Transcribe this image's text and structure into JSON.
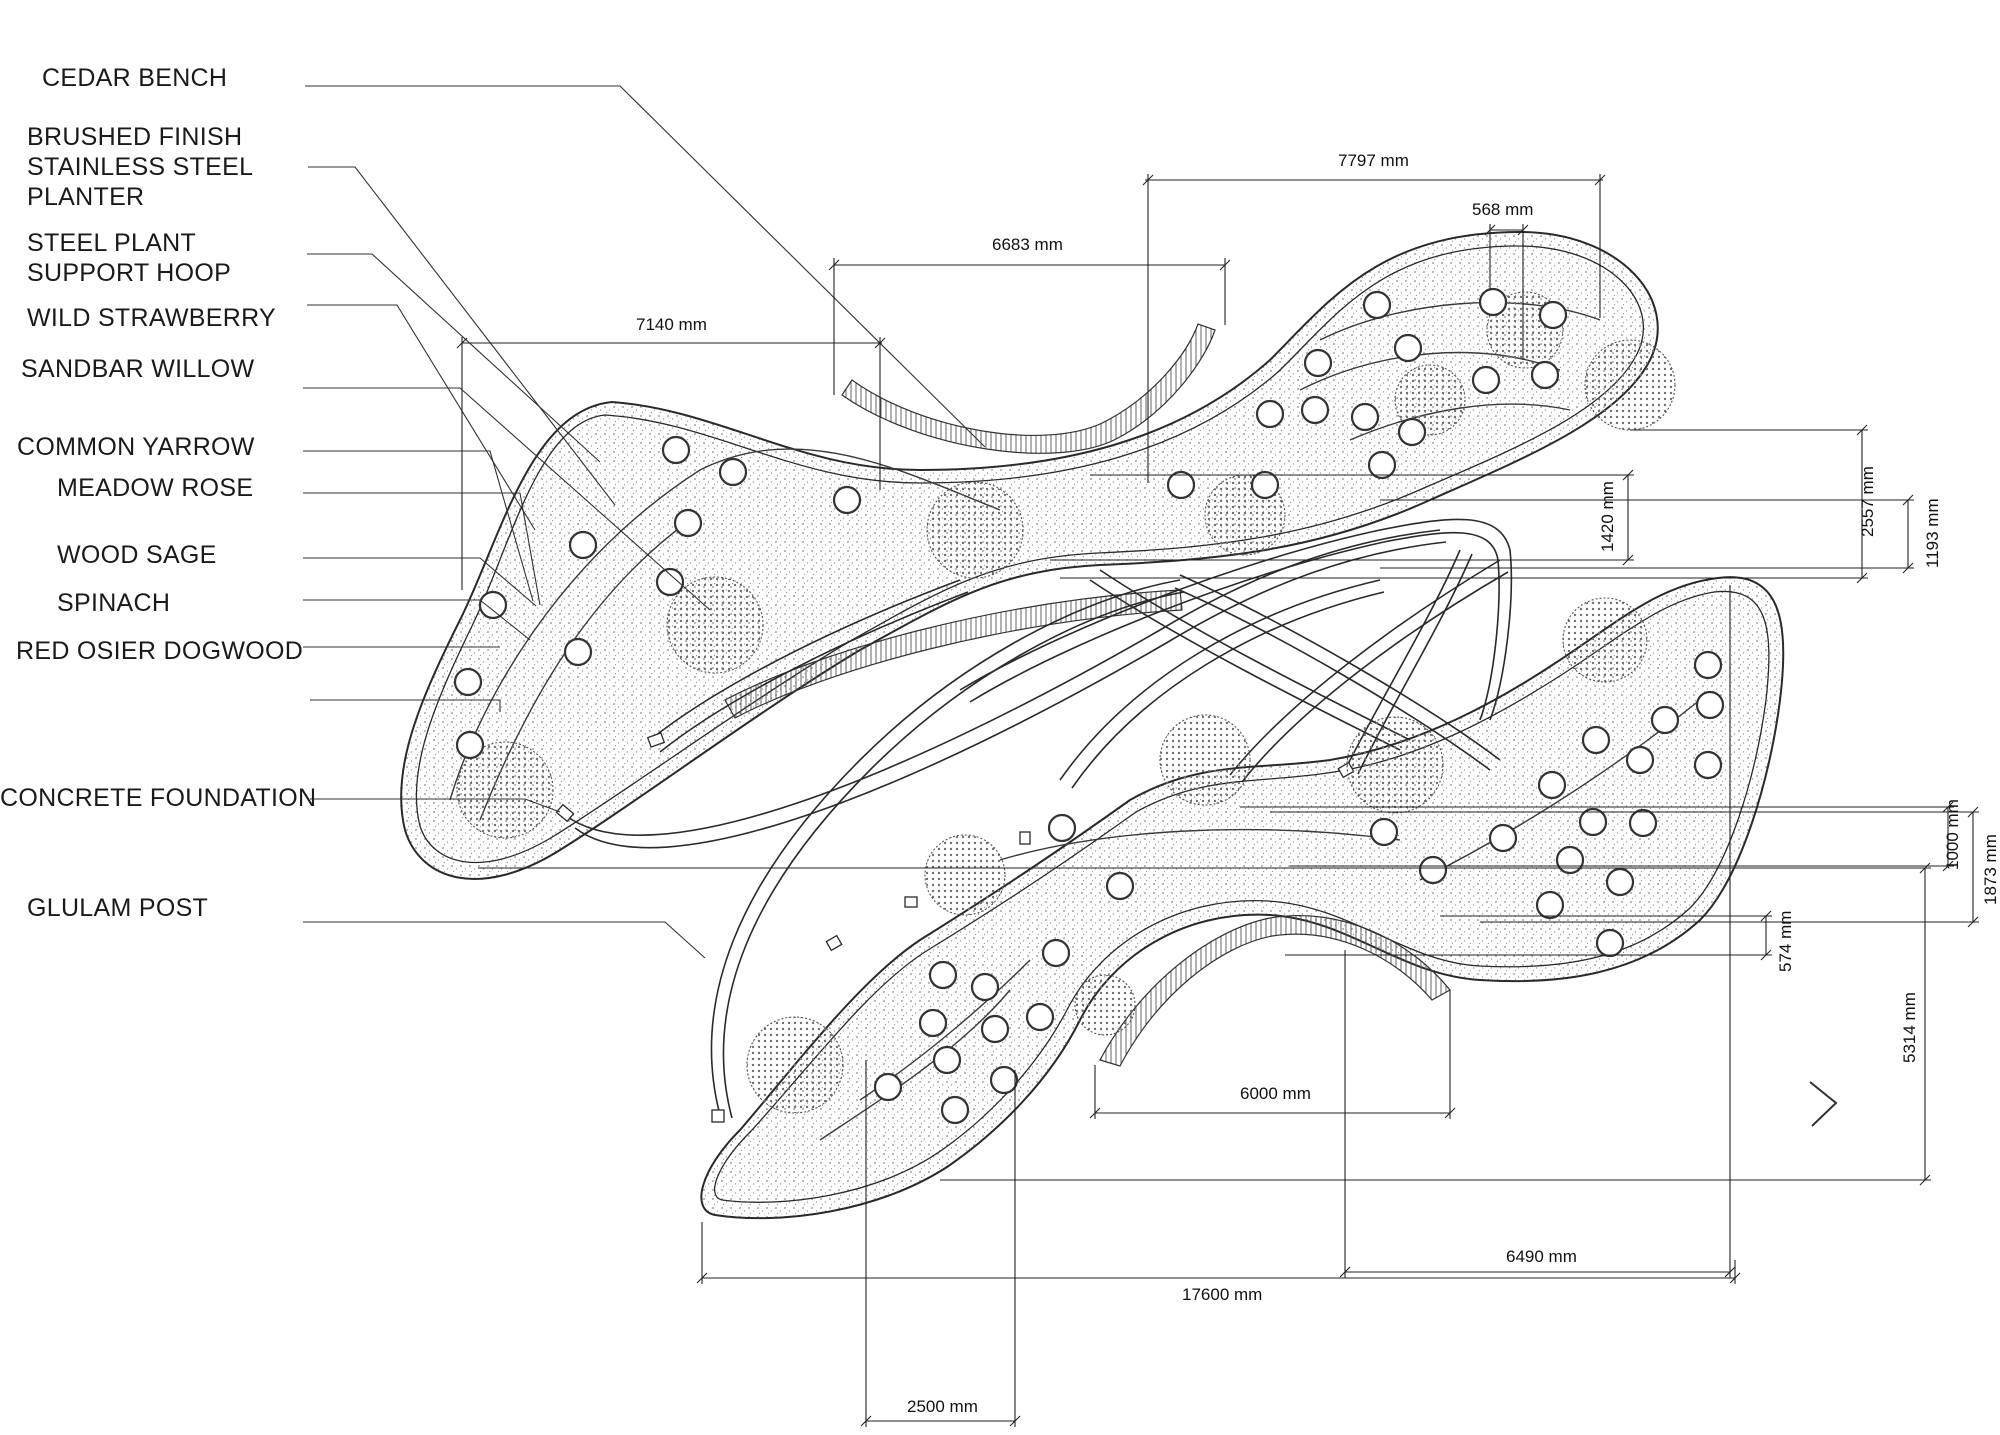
{
  "callouts": {
    "cedar_bench": "CEDAR BENCH",
    "steel_planter": "BRUSHED FINISH\nSTAINLESS STEEL\nPLANTER",
    "support_hoop": "STEEL PLANT\nSUPPORT HOOP",
    "wild_strawberry": "WILD STRAWBERRY",
    "sandbar_willow": "SANDBAR WILLOW",
    "common_yarrow": "COMMON YARROW",
    "meadow_rose": "MEADOW ROSE",
    "wood_sage": "WOOD SAGE",
    "spinach": "SPINACH",
    "red_osier_dogwood": "RED OSIER DOGWOOD",
    "concrete_foundation": "CONCRETE FOUNDATION",
    "glulam_post": "GLULAM POST"
  },
  "dimensions": {
    "d7797": "7797 mm",
    "d568": "568 mm",
    "d6683": "6683 mm",
    "d7140": "7140 mm",
    "d2557": "2557 mm",
    "d1420": "1420 mm",
    "d1193": "1193 mm",
    "d1000": "1000 mm",
    "d1873": "1873 mm",
    "d574": "574 mm",
    "d5314": "5314 mm",
    "d6000": "6000 mm",
    "d6490": "6490 mm",
    "d17600": "17600 mm",
    "d2500": "2500 mm"
  },
  "colors": {
    "line": "#2a2a2a",
    "stipple": "#9a9a9a",
    "shrub": "#6f6f6f"
  },
  "icons": {
    "next_arrow": "chevron-right-icon"
  }
}
